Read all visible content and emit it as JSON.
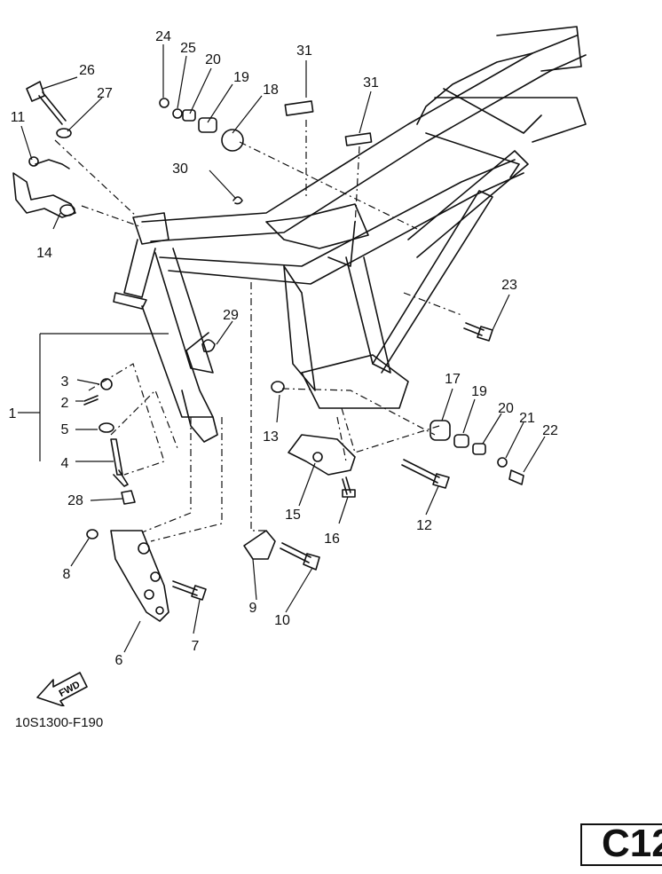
{
  "diagram": {
    "code": "10S1300-F190",
    "section": "C12",
    "fwd_label": "FWD",
    "callouts": [
      "1",
      "2",
      "3",
      "4",
      "5",
      "6",
      "7",
      "8",
      "9",
      "10",
      "11",
      "12",
      "13",
      "14",
      "15",
      "16",
      "17",
      "18",
      "19",
      "19",
      "20",
      "20",
      "21",
      "22",
      "23",
      "24",
      "25",
      "26",
      "27",
      "28",
      "29",
      "30",
      "31",
      "31"
    ]
  }
}
